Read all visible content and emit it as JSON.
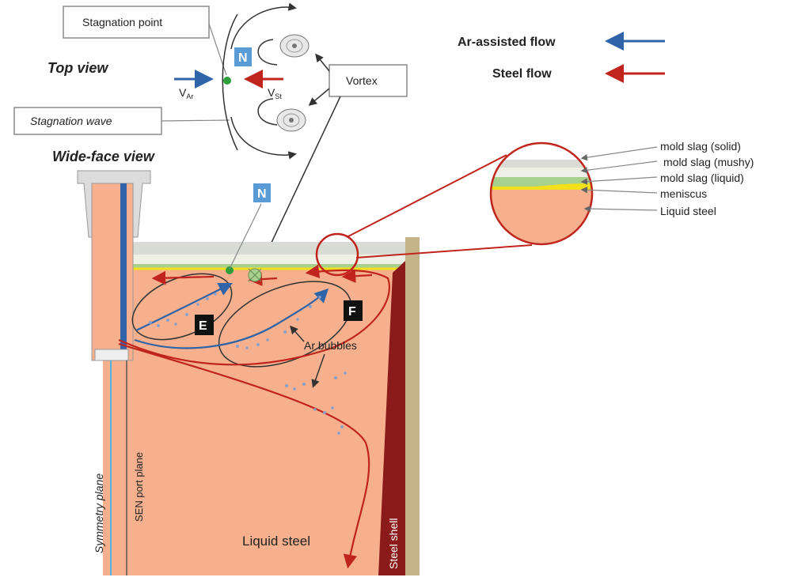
{
  "legend": {
    "ar_label": "Ar-assisted flow",
    "steel_label": "Steel flow",
    "ar_color": "#2f64a8",
    "steel_color": "#c0241c"
  },
  "top_view": {
    "title": "Top view",
    "stagnation_point": "Stagnation point",
    "stagnation_wave": "Stagnation wave",
    "vortex": "Vortex",
    "n_label": "N",
    "v_ar": "V",
    "v_ar_sub": "Ar",
    "v_st": "V",
    "v_st_sub": "St"
  },
  "wide_face_view": {
    "title": "Wide-face view",
    "n_label": "N",
    "zone_e": "E",
    "zone_f": "F",
    "ar_bubbles": "Ar bubbles",
    "liquid_steel": "Liquid steel",
    "symmetry_plane": "Symmetry plane",
    "sen_port_plane": "SEN port plane",
    "steel_shell": "Steel shell"
  },
  "zoom_layers": [
    "mold slag (solid)",
    "mold slag (mushy)",
    "mold slag (liquid)",
    "meniscus",
    "Liquid steel"
  ],
  "colors": {
    "liquid_steel": "#f6b08e",
    "slag_solid": "#d8dcd4",
    "slag_mushy": "#eef0e6",
    "slag_liquid": "#a9d18e",
    "meniscus": "#f2e01a",
    "shell": "#8b1a1a",
    "mold_wall": "#c5b38a"
  }
}
